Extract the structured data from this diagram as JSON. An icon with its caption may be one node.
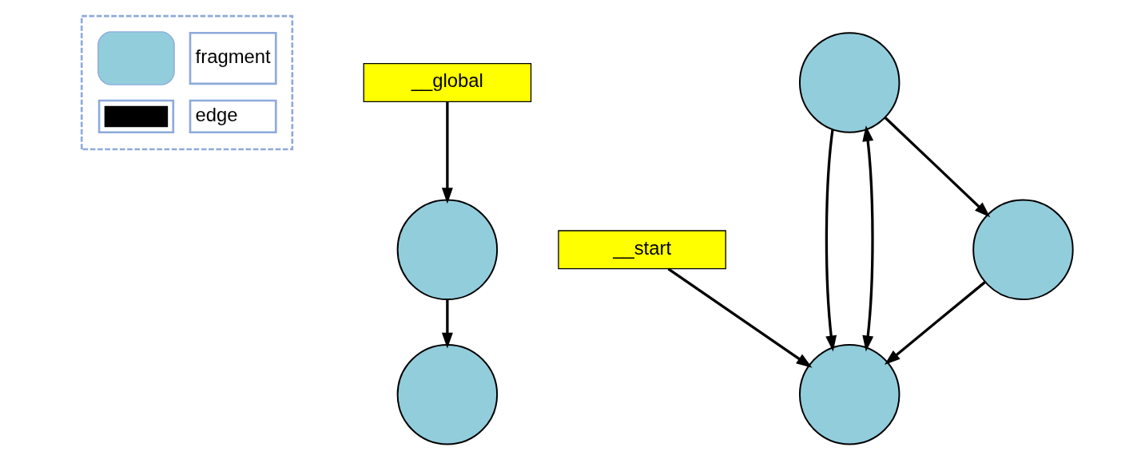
{
  "diagram": {
    "nodes": [
      {
        "text": [
          "__global"
        ]
      },
      {
        "text": [
          "__start"
        ]
      },
      {
        "text": [],
        "shape": "circle"
      },
      {
        "text": [],
        "shape": "circle"
      },
      {
        "text": [],
        "shape": "circle"
      },
      {
        "text": [],
        "shape": "circle"
      },
      {
        "text": [],
        "shape": "circle"
      }
    ],
    "edges": [
      {
        "from": 0,
        "to": 2,
        "arrow": "to"
      },
      {
        "from": 2,
        "to": 3,
        "arrow": "to"
      },
      {
        "from": 1,
        "to": 5,
        "arrow": "to"
      },
      {
        "from": 4,
        "to": 5,
        "arrow": "to"
      },
      {
        "from": 4,
        "to": 5,
        "arrow": "both"
      },
      {
        "from": 4,
        "to": 6,
        "arrow": "to"
      },
      {
        "from": 6,
        "to": 5,
        "arrow": "to"
      }
    ],
    "legend": [
      {
        "text": "fragment"
      },
      {
        "text": "edge"
      }
    ]
  }
}
